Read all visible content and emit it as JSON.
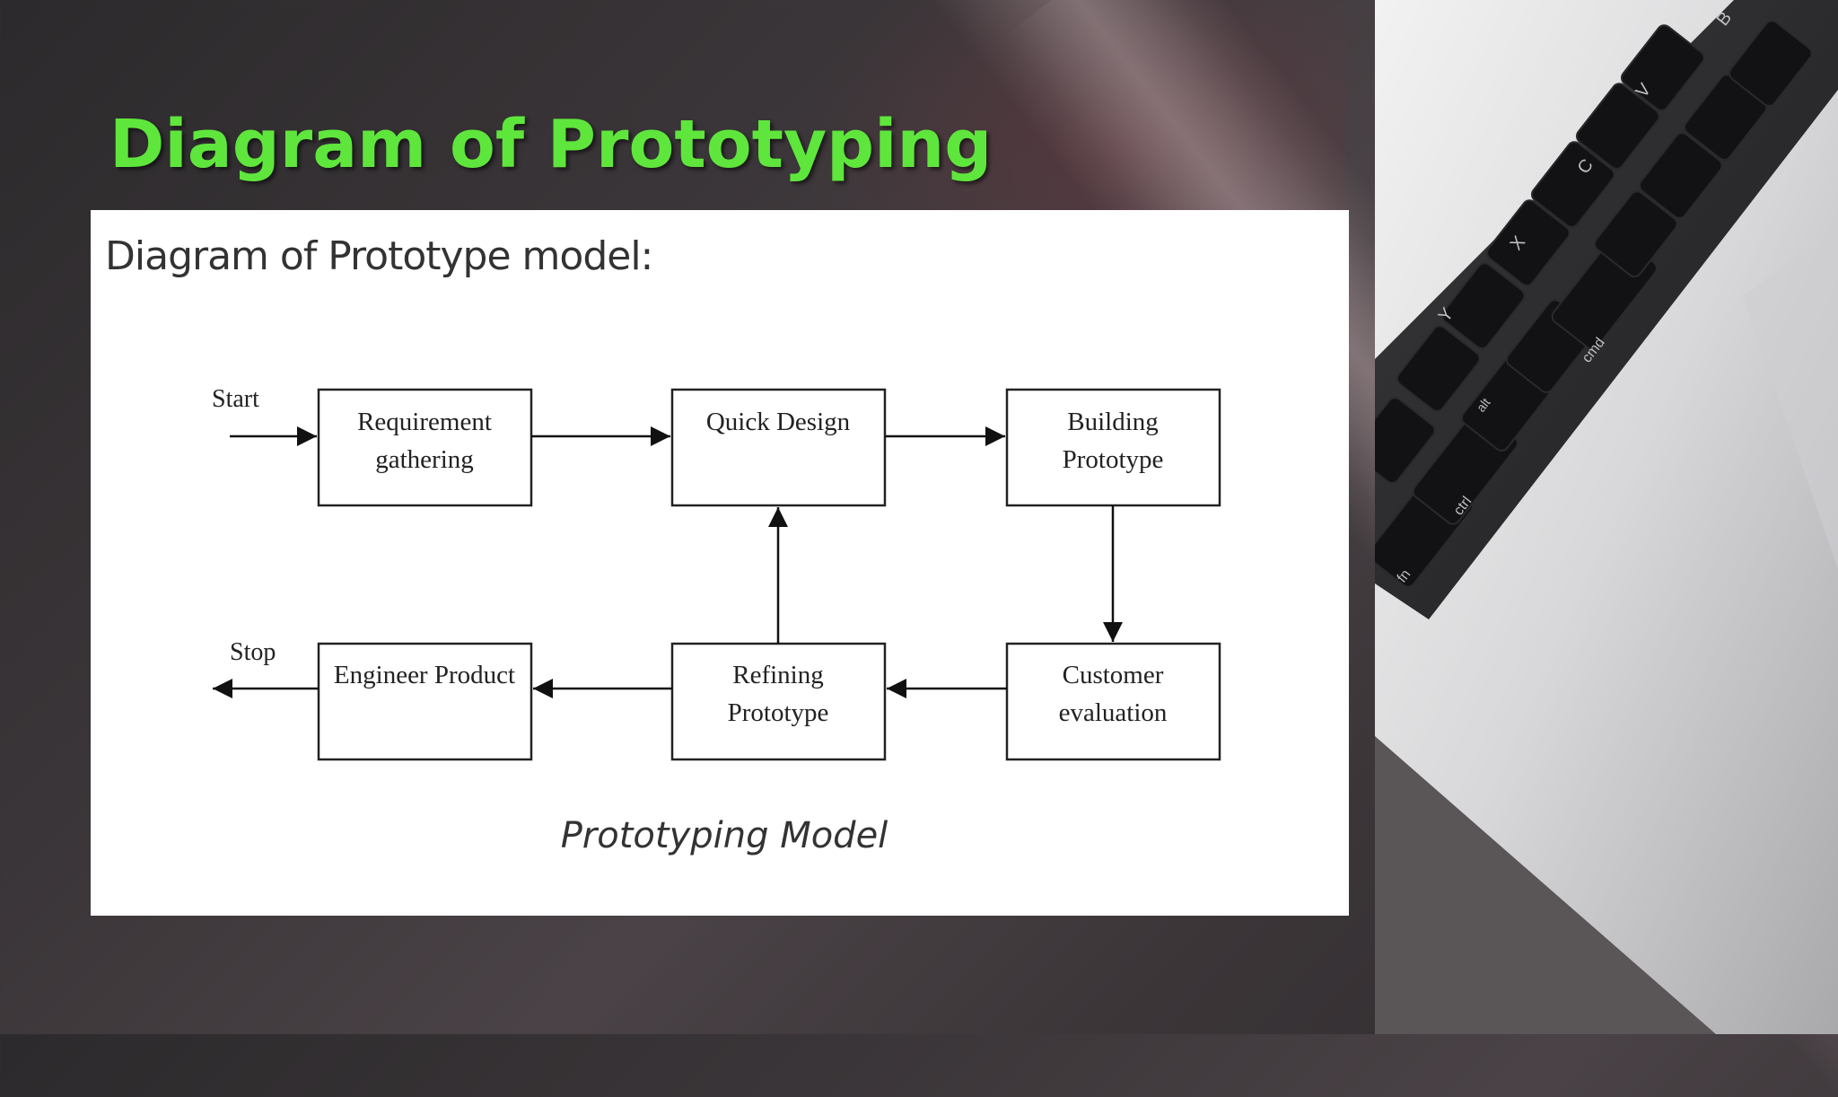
{
  "slide": {
    "title": "Diagram of Prototyping"
  },
  "diagram": {
    "heading": "Diagram of Prototype model:",
    "caption": "Prototyping Model",
    "terminals": {
      "start": "Start",
      "stop": "Stop"
    },
    "nodes": {
      "requirement": [
        "Requirement",
        "gathering"
      ],
      "quick_design": [
        "Quick Design"
      ],
      "building": [
        "Building",
        "Prototype"
      ],
      "customer": [
        "Customer",
        "evaluation"
      ],
      "refining": [
        "Refining",
        "Prototype"
      ],
      "engineer": [
        "Engineer Product"
      ]
    },
    "edges": [
      {
        "from": "start",
        "to": "requirement"
      },
      {
        "from": "requirement",
        "to": "quick_design"
      },
      {
        "from": "quick_design",
        "to": "building"
      },
      {
        "from": "building",
        "to": "customer"
      },
      {
        "from": "customer",
        "to": "refining"
      },
      {
        "from": "refining",
        "to": "quick_design"
      },
      {
        "from": "refining",
        "to": "engineer"
      },
      {
        "from": "engineer",
        "to": "stop"
      }
    ]
  },
  "photo": {
    "keys": [
      "B",
      "V",
      "C",
      "X",
      "Y",
      "cmd",
      "alt",
      "ctrl",
      "fn"
    ]
  }
}
